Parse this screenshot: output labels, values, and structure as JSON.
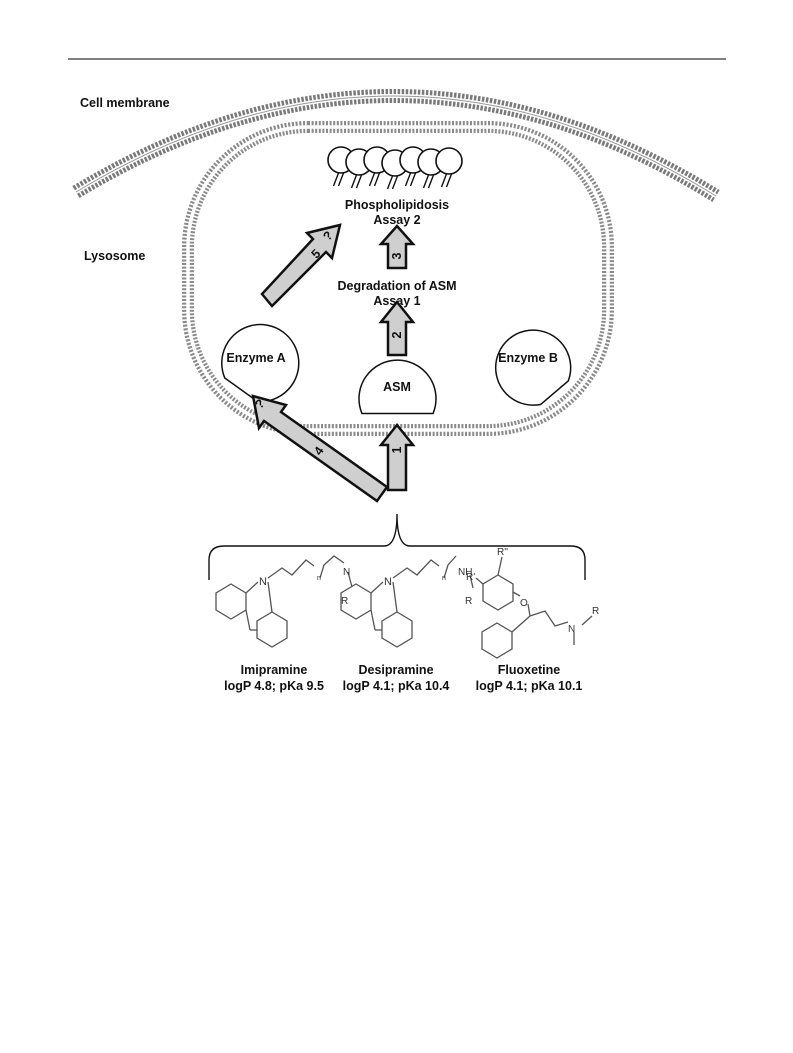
{
  "labels": {
    "cell_membrane": "Cell membrane",
    "lysosome": "Lysosome",
    "phospholipidosis": "Phospholipidosis",
    "assay2": "Assay 2",
    "degradation": "Degradation of ASM",
    "assay1": "Assay 1",
    "enzyme_a": "Enzyme A",
    "enzyme_b": "Enzyme B",
    "asm": "ASM"
  },
  "arrows": {
    "a1": "1",
    "a2": "2",
    "a3": "3",
    "a4": "4",
    "a5": "5",
    "unknown": "?"
  },
  "compounds": [
    {
      "name": "Imipramine",
      "props": "logP 4.8; pKa 9.5",
      "amine": "N",
      "r": "R",
      "n": "n"
    },
    {
      "name": "Desipramine",
      "props": "logP 4.1; pKa 10.4",
      "amine": "NH",
      "r": "R",
      "n": "n"
    },
    {
      "name": "Fluoxetine",
      "props": "logP 4.1; pKa 10.1",
      "amine": "N",
      "r": "R",
      "r1": "R'",
      "r2": "R''",
      "o": "O"
    }
  ],
  "colors": {
    "membrane": "#8a8a8a",
    "arrow_fill": "#cfcfcf",
    "stroke": "#111111"
  }
}
